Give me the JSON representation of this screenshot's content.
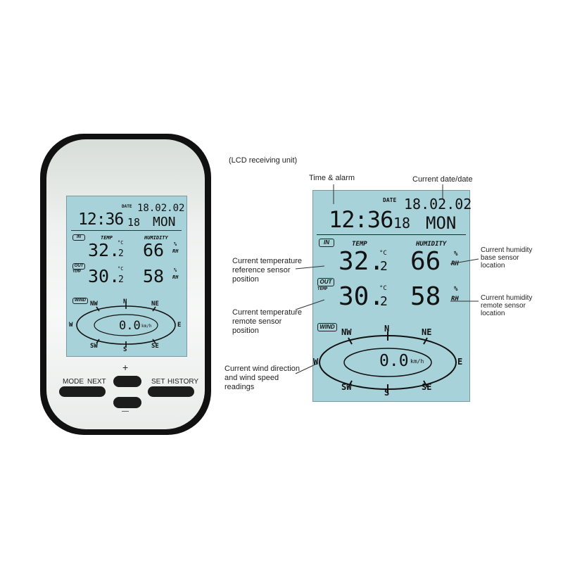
{
  "caption": "(LCD receiving unit)",
  "lcd": {
    "date_label": "DATE",
    "date": "18.02.02",
    "time": "12:36",
    "seconds": "18",
    "weekday": "MON",
    "in_label": "IN",
    "out_label": "OUT",
    "out_sub": "TEMP",
    "temp_header": "TEMP",
    "humidity_header": "HUMIDITY",
    "temp_in": "32.",
    "temp_in_dec": "2",
    "temp_out": "30.",
    "temp_out_dec": "2",
    "temp_unit": "°C",
    "hum_in": "66",
    "hum_out": "58",
    "hum_unit_pct": "%",
    "hum_unit_rh": "RH",
    "wind_label": "WIND",
    "wind_speed": "0.0",
    "wind_unit": "km/h",
    "compass": {
      "n": "N",
      "ne": "NE",
      "e": "E",
      "se": "SE",
      "s": "S",
      "sw": "SW",
      "w": "W",
      "nw": "NW"
    }
  },
  "buttons": {
    "mode": "MODE",
    "next": "NEXT",
    "set": "SET",
    "history": "HISTORY",
    "plus": "+",
    "minus": "—"
  },
  "callouts": {
    "time_alarm": "Time & alarm",
    "current_date": "Current date/date",
    "temp_ref": [
      "Current temperature",
      "reference sensor",
      "position"
    ],
    "temp_remote": [
      "Current temperature",
      "remote sensor",
      "position"
    ],
    "wind": [
      "Current wind direction",
      "and wind speed",
      "readings"
    ],
    "hum_base": [
      "Current humidity",
      "base sensor",
      "location"
    ],
    "hum_remote": [
      "Current humidity",
      "remote sensor",
      "location"
    ]
  }
}
